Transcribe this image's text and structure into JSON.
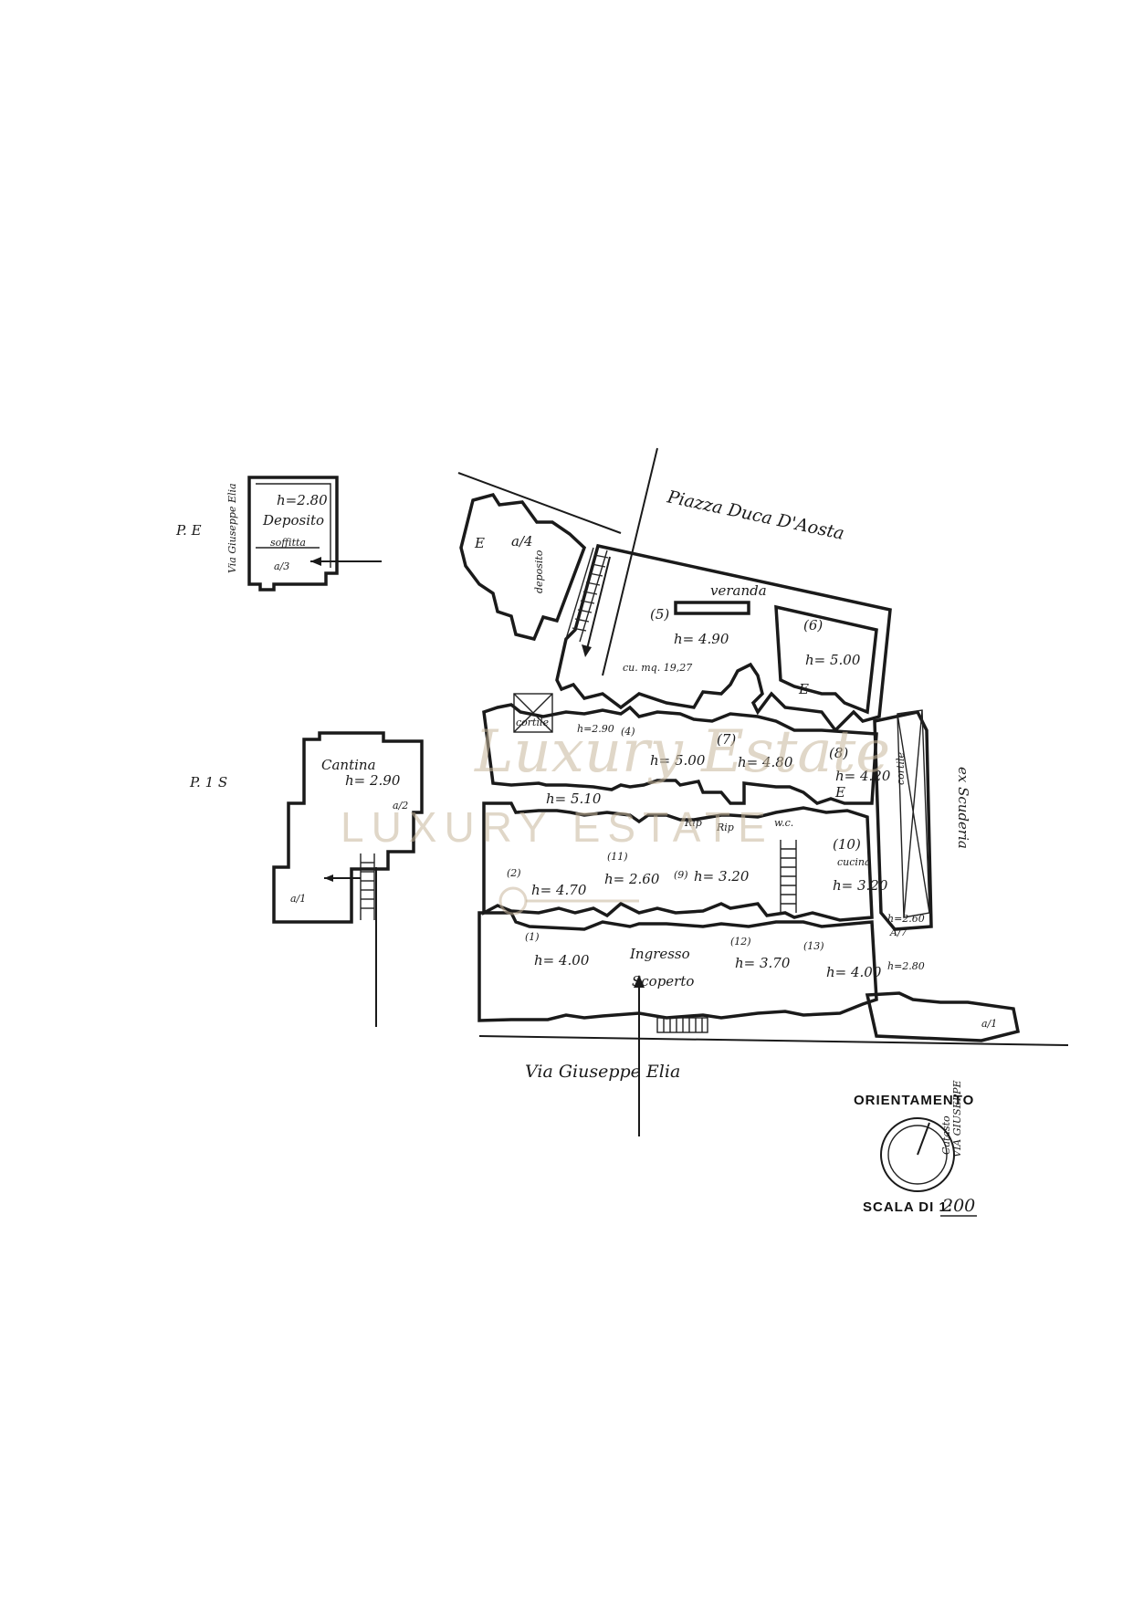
{
  "annex_top": {
    "level": "P. E",
    "street": "Via Giuseppe Elia",
    "height": "h=2.80",
    "name": "Deposito",
    "note": "soffitta",
    "code": "a/3"
  },
  "annex_basement": {
    "level": "P. 1 S",
    "name": "Cantina",
    "height": "h= 2.90",
    "code_cantina": "a/2",
    "code_room": "a/1"
  },
  "streets": {
    "north": "Piazza Duca D'Aosta",
    "south": "Via Giuseppe Elia",
    "east": "ex Scuderia"
  },
  "wing_nw": {
    "letter": "E",
    "code": "a/4",
    "name": "deposito"
  },
  "rooms": [
    {
      "num": "(5)",
      "name": "veranda",
      "height": "h= 4.90",
      "area": "cu. mq. 19,27"
    },
    {
      "num": "(6)",
      "height": "h= 5.00",
      "letter": "E"
    },
    {
      "num": "(7)",
      "height": "h= 4.80"
    },
    {
      "num": "(8)",
      "height": "h= 4.20",
      "letter": "E"
    },
    {
      "num": "(4)",
      "height": "h= 5.00"
    },
    {
      "height": "h= 5.10"
    },
    {
      "num": "(2)",
      "height": "h= 4.70"
    },
    {
      "num": "(11)",
      "height": "h= 2.60"
    },
    {
      "num": "(9)",
      "height": "h= 3.20"
    },
    {
      "num": "(10)",
      "name": "cucina",
      "height": "h= 3.20"
    },
    {
      "num": "(1)",
      "height": "h= 4.00"
    },
    {
      "num": "(12)",
      "height": "h= 3.70"
    },
    {
      "num": "(13)",
      "height": "h= 4.00"
    }
  ],
  "labels": {
    "cortile_w": "cortile",
    "cortile_e": "cortile",
    "h_stair": "h=2.90",
    "ingresso": "Ingresso",
    "scoperto": "Scoperto",
    "rip1": "Rip",
    "rip2": "Rip",
    "wc": "w.c.",
    "a7": "A/7",
    "h_small1": "h=2.60",
    "h_small2": "h=2.80",
    "a_br": "a/1"
  },
  "orientation": {
    "label": "ORIENTAMENTO",
    "stamp_line1": "Catasto",
    "stamp_line2": "VIA GIUSEPPE"
  },
  "scale": {
    "prefix": "SCALA DI 1:",
    "value": "200"
  },
  "watermark": {
    "line1": "Luxury Estate",
    "line2": "LUXURY ESTATE"
  }
}
